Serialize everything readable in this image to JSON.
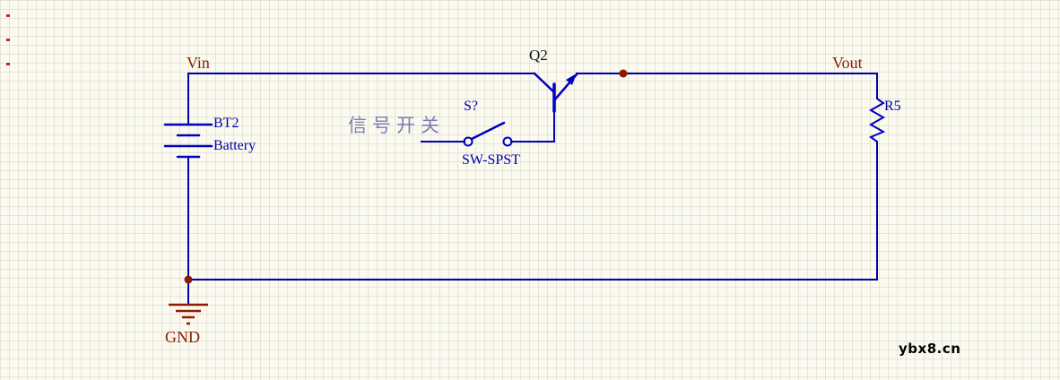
{
  "schematic": {
    "nets": {
      "vin": "Vin",
      "vout": "Vout",
      "gnd": "GND"
    },
    "components": {
      "battery": {
        "ref": "BT2",
        "value": "Battery"
      },
      "transistor": {
        "ref": "Q2"
      },
      "switch": {
        "ref": "S?",
        "value": "SW-SPST",
        "caption": "信号开关"
      },
      "resistor": {
        "ref": "R5"
      }
    },
    "watermark": "ybx8.cn"
  },
  "colors": {
    "net_label": "#8b1c02",
    "designator": "#0000aa",
    "transistor_label": "#141414",
    "wire": "#0000b2",
    "symbol": "#0000c0",
    "ground": "#8b1c02",
    "junction": "#8b1c02",
    "caption": "#7d7db8",
    "watermark": "#000000"
  }
}
